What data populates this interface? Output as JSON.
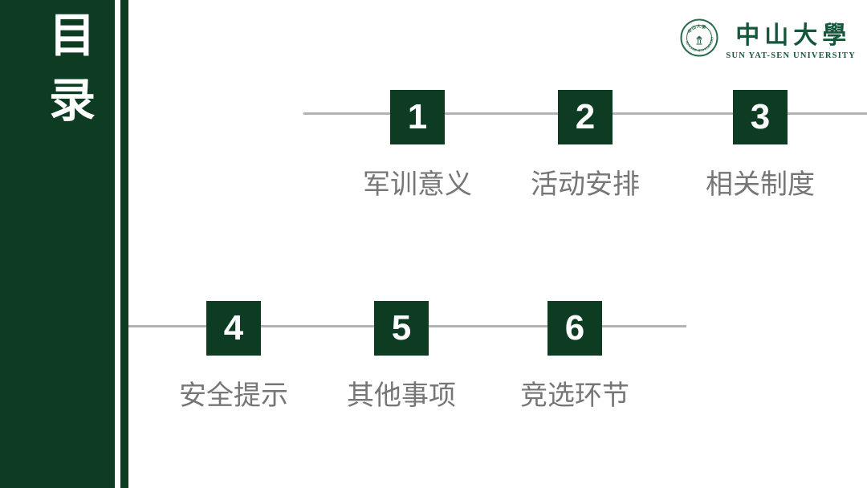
{
  "sidebar": {
    "title": "目录",
    "title_chars": [
      "目",
      "录"
    ]
  },
  "logo": {
    "name_cn": "中山大學",
    "name_en": "SUN YAT-SEN UNIVERSITY",
    "seal_top_text": "中山大學",
    "seal_ring_text": "SUN YAT-SEN UNIVERSITY"
  },
  "toc": {
    "items": [
      {
        "number": "1",
        "label": "军训意义"
      },
      {
        "number": "2",
        "label": "活动安排"
      },
      {
        "number": "3",
        "label": "相关制度"
      },
      {
        "number": "4",
        "label": "安全提示"
      },
      {
        "number": "5",
        "label": "其他事项"
      },
      {
        "number": "6",
        "label": "竞选环节"
      }
    ]
  },
  "colors": {
    "primary_green": "#0d3c23",
    "logo_green": "#15573b",
    "line_gray": "#b3b3b3",
    "label_gray": "#767676"
  }
}
